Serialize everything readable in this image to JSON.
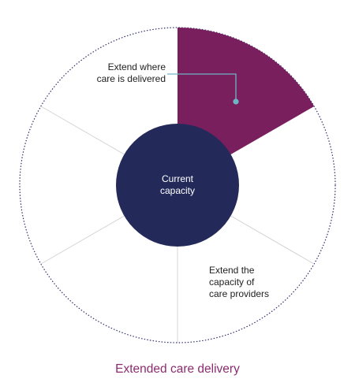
{
  "center_label_line1": "Current",
  "center_label_line2": "capacity",
  "segment_top_label_line1": "Extend where",
  "segment_top_label_line2": "care is delivered",
  "segment_right_label_line1": "Extend the",
  "segment_right_label_line2": "capacity of",
  "segment_right_label_line3": "care providers",
  "footer_title": "Extended care delivery",
  "colors": {
    "highlight": "#7a1f5e",
    "center": "#232a5a",
    "outline": "#2f2f6e",
    "divider": "#d4d4d4",
    "callout": "#6fb3c6",
    "text": "#222222",
    "title": "#8b2c6f"
  }
}
